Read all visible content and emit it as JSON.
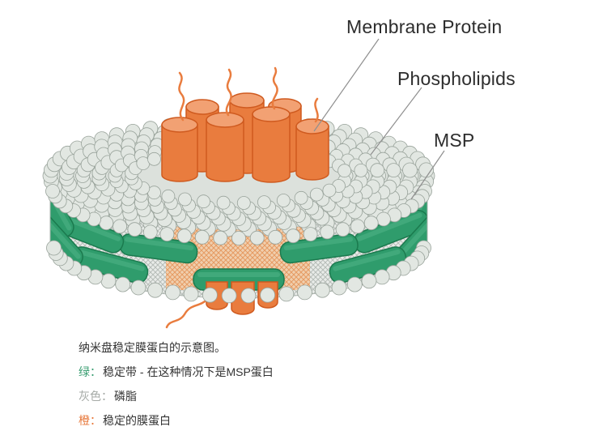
{
  "figure": {
    "labels": {
      "membrane_protein": "Membrane Protein",
      "phospholipids": "Phospholipids",
      "msp": "MSP"
    }
  },
  "caption": {
    "title": "纳米盘稳定膜蛋白的示意图。",
    "legend": [
      {
        "term": "绿：",
        "desc": "稳定带 - 在这种情况下是MSP蛋白",
        "color": "#3a9e72"
      },
      {
        "term": "灰色：",
        "desc": "磷脂",
        "color": "#a5aaa6"
      },
      {
        "term": "橙：",
        "desc": "稳定的膜蛋白",
        "color": "#e8793c"
      }
    ]
  },
  "colors": {
    "background": "#ffffff",
    "text": "#2f2f2f",
    "label_line": "#8f8f8f",
    "orange": "#e97c3e",
    "orange_dark": "#cf5a1f",
    "orange_cap": "#f2a173",
    "green": "#2f9c6c",
    "green_dark": "#1b7a4e",
    "green_highlight": "#4fb386",
    "bead_fill": "#e2e7e2",
    "bead_stroke": "#99a39b",
    "surface_fill": "#dce1dc",
    "band_fill": "#e9ece9",
    "hatch_gray": "#b6bdb8",
    "hatch_orange": "#e59a62",
    "protein_region_fill": "#f0cfae",
    "outline": "#aab3ac"
  }
}
